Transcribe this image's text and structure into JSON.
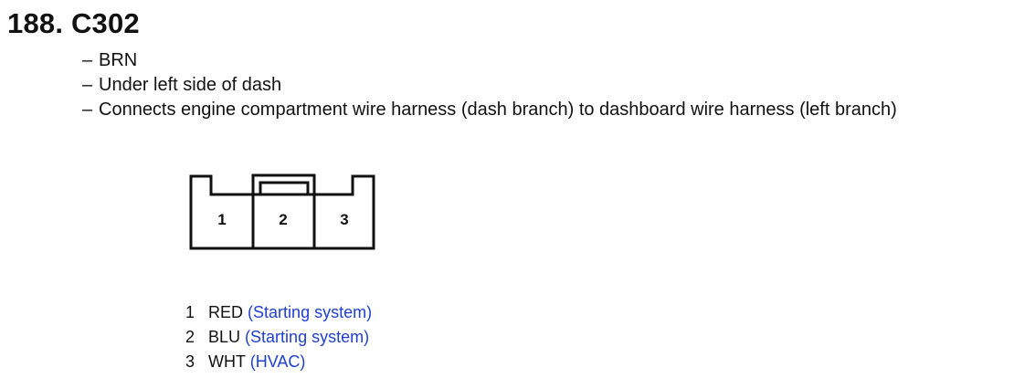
{
  "heading": {
    "number": "188.",
    "connector_id": "C302"
  },
  "details": [
    "BRN",
    "Under left side of dash",
    "Connects engine compartment wire harness (dash branch) to dashboard wire harness (left branch)"
  ],
  "dash_glyph": "–",
  "connector_diagram": {
    "pin_labels": [
      "1",
      "2",
      "3"
    ]
  },
  "pins": [
    {
      "number": "1",
      "color": "RED",
      "system": "(Starting system)"
    },
    {
      "number": "2",
      "color": "BLU",
      "system": "(Starting system)"
    },
    {
      "number": "3",
      "color": "WHT",
      "system": "(HVAC)"
    }
  ],
  "colors": {
    "text": "#111111",
    "link": "#1f3fd0"
  }
}
